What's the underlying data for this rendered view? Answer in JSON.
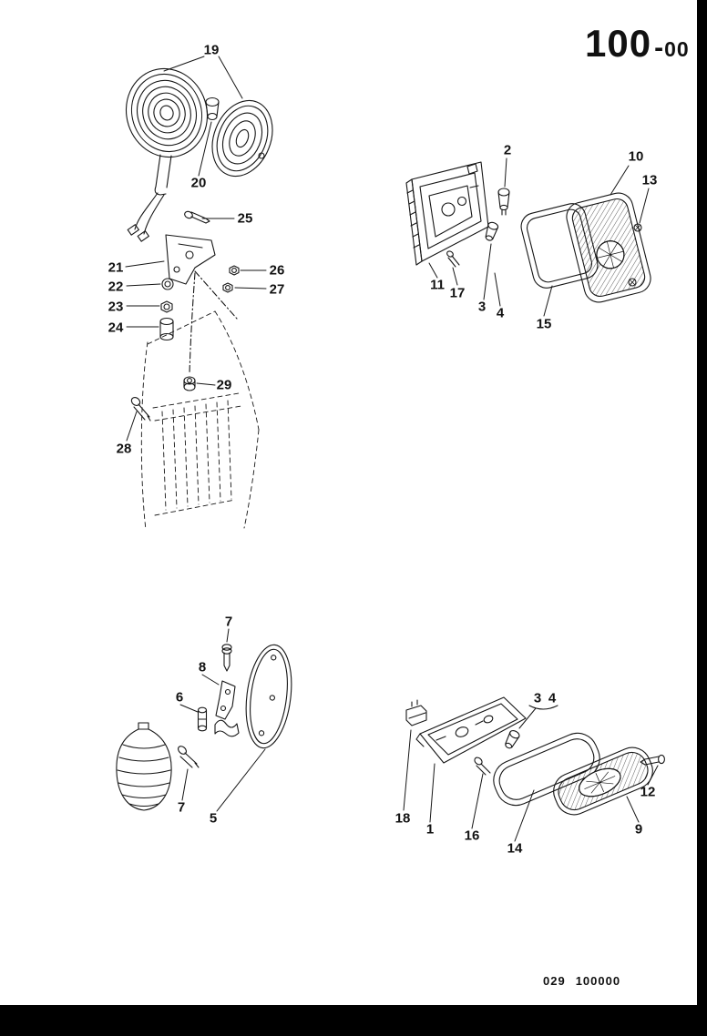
{
  "page": {
    "number_main": "100",
    "number_dash": "-",
    "number_sub": "00"
  },
  "footer": {
    "code_prefix": "029",
    "code_number": "100000"
  },
  "callouts": {
    "c1": "1",
    "c2": "2",
    "c3a": "3",
    "c3b": "3",
    "c4a": "4",
    "c4b": "4",
    "c5": "5",
    "c6": "6",
    "c7a": "7",
    "c7b": "7",
    "c8": "8",
    "c9": "9",
    "c10": "10",
    "c11": "11",
    "c12": "12",
    "c13": "13",
    "c14": "14",
    "c15": "15",
    "c16": "16",
    "c17": "17",
    "c18": "18",
    "c19": "19",
    "c20": "20",
    "c21": "21",
    "c22": "22",
    "c23": "23",
    "c24": "24",
    "c25": "25",
    "c26": "26",
    "c27": "27",
    "c28": "28",
    "c29": "29"
  },
  "colors": {
    "ink": "#161616",
    "paper": "#ffffff",
    "edge": "#000000"
  }
}
